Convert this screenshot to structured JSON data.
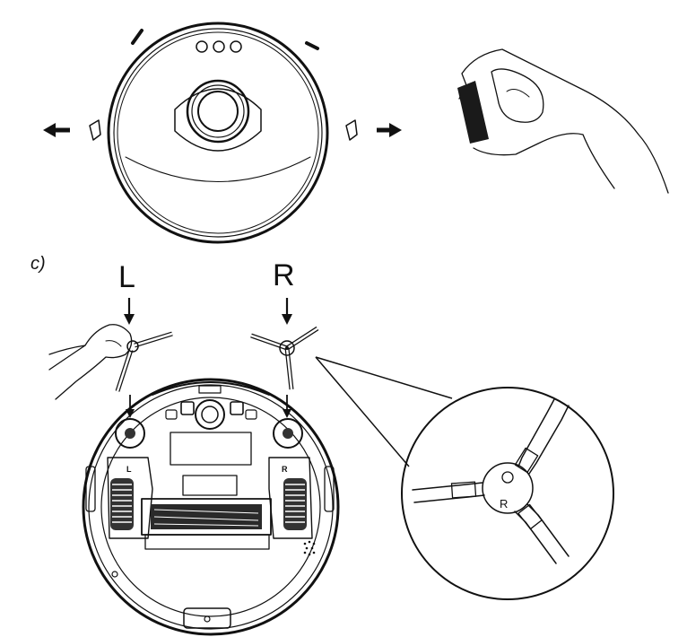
{
  "section_label": "c)",
  "left_brush_label": "L",
  "right_brush_label": "R",
  "robot_bottom_left_mark": "L",
  "robot_bottom_right_mark": "R",
  "zoom_hub_label": "R",
  "colors": {
    "line": "#111111",
    "background": "#ffffff",
    "wheel": "#333333"
  }
}
